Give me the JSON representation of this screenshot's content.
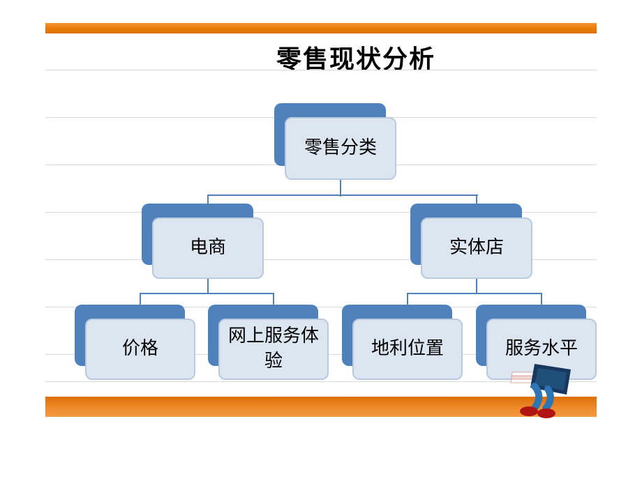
{
  "slide": {
    "title": "零售现状分析",
    "tree": {
      "root": {
        "label": "零售分类"
      },
      "level2": [
        {
          "label": "电商"
        },
        {
          "label": "实体店"
        }
      ],
      "level3": [
        {
          "label": "价格"
        },
        {
          "label": "网上服务体验"
        },
        {
          "label": "地利位置"
        },
        {
          "label": "服务水平"
        }
      ]
    },
    "decor": {
      "accent_orange": "#E87B07",
      "node_shadow_blue": "#4F81BD",
      "node_fill": "#DCE6F1",
      "node_border": "#B9C9DE",
      "connector_blue": "#4F81BD",
      "gridline_gray": "#D9D9D9",
      "clipart": "person-at-computer"
    }
  }
}
